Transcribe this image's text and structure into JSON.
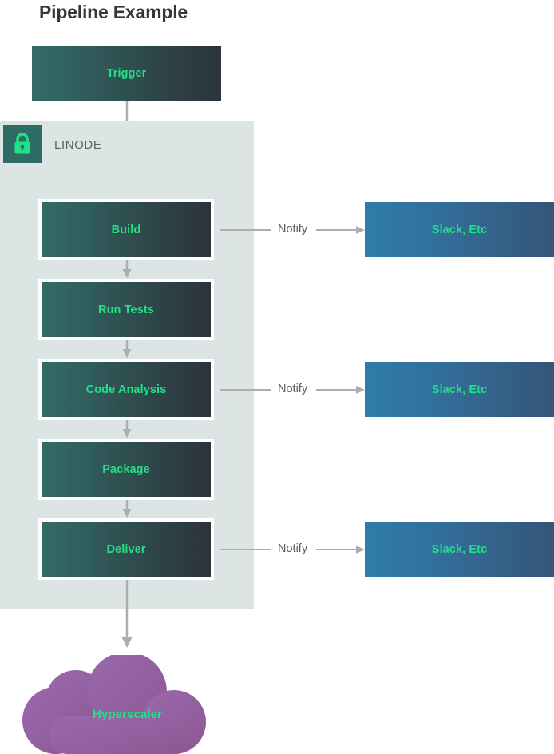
{
  "title": "Pipeline Example",
  "container": {
    "label": "LINODE",
    "lock_icon": "lock-icon",
    "badge_color": "#2d6b67",
    "panel_color": "#dce5e3"
  },
  "colors": {
    "accent_green": "#22e085",
    "stage_gradient_start": "#336b6b",
    "stage_gradient_end": "#2c333c",
    "notify_gradient_start": "#2e7da8",
    "notify_gradient_end": "#355579",
    "cloud_purple_start": "#9a68ab",
    "cloud_purple_end": "#8c5891",
    "connector_gray": "#a9afb1",
    "title_color": "#32383e",
    "label_gray": "#5a6163"
  },
  "trigger": {
    "label": "Trigger"
  },
  "stages": [
    {
      "label": "Build"
    },
    {
      "label": "Run Tests"
    },
    {
      "label": "Code Analysis"
    },
    {
      "label": "Package"
    },
    {
      "label": "Deliver"
    }
  ],
  "notifications": [
    {
      "edge_label": "Notify",
      "target": "Slack, Etc"
    },
    {
      "edge_label": "Notify",
      "target": "Slack, Etc"
    },
    {
      "edge_label": "Notify",
      "target": "Slack, Etc"
    }
  ],
  "destination": {
    "label": "Hyperscaler"
  }
}
